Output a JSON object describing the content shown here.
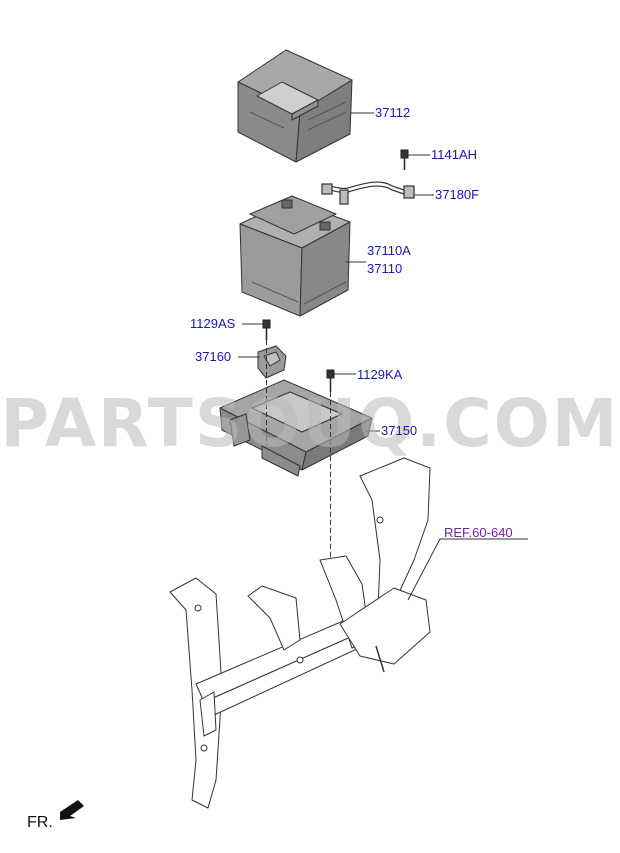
{
  "parts": {
    "p37112": "37112",
    "p1141AH": "1141AH",
    "p37180F": "37180F",
    "p37110A": "37110A",
    "p37110": "37110",
    "p1129AS": "1129AS",
    "p37160": "37160",
    "p1129KA": "1129KA",
    "p37150": "37150"
  },
  "reference": "REF.60-640",
  "watermark": "PARTSOUQ.COM",
  "direction_label": "FR.",
  "colors": {
    "label": "#1a1aa8",
    "reference": "#7a1fa0",
    "watermark": "#b9b9b9"
  }
}
